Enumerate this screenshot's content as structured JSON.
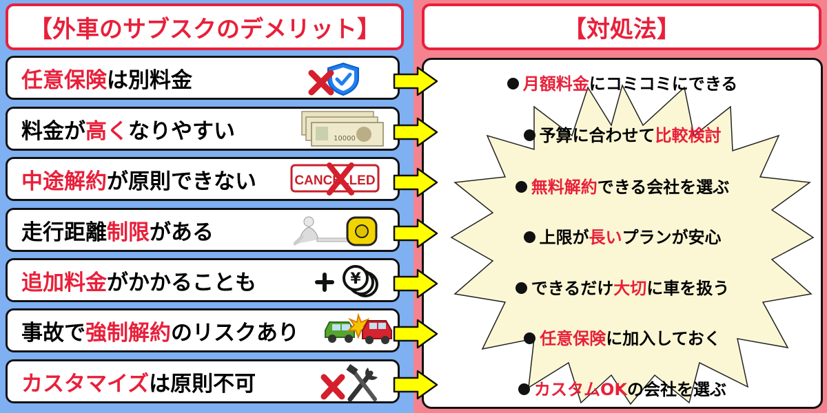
{
  "left_header": "【外車のサブスクのデメリット】",
  "right_header": "【対処法】",
  "demerits": [
    {
      "parts": [
        {
          "t": "任意保険",
          "hl": true
        },
        {
          "t": "は別料金",
          "hl": false
        }
      ]
    },
    {
      "parts": [
        {
          "t": "料金が",
          "hl": false
        },
        {
          "t": "高く",
          "hl": true
        },
        {
          "t": "なりやすい",
          "hl": false
        }
      ]
    },
    {
      "parts": [
        {
          "t": "中途解約",
          "hl": true
        },
        {
          "t": "が原則できない",
          "hl": false
        }
      ]
    },
    {
      "parts": [
        {
          "t": "走行距離",
          "hl": false
        },
        {
          "t": "制限",
          "hl": true
        },
        {
          "t": "がある",
          "hl": false
        }
      ]
    },
    {
      "parts": [
        {
          "t": "追加料金",
          "hl": true
        },
        {
          "t": "がかかることも",
          "hl": false
        }
      ]
    },
    {
      "parts": [
        {
          "t": "事故で",
          "hl": false
        },
        {
          "t": "強制解約",
          "hl": true
        },
        {
          "t": "のリスクあり",
          "hl": false
        }
      ]
    },
    {
      "parts": [
        {
          "t": "カスタマイズ",
          "hl": true
        },
        {
          "t": "は原則不可",
          "hl": false
        }
      ]
    }
  ],
  "solutions": [
    {
      "parts": [
        {
          "t": "月額料金",
          "hl": true
        },
        {
          "t": "にコミコミにできる",
          "hl": false
        }
      ]
    },
    {
      "parts": [
        {
          "t": "予算に合わせて",
          "hl": false
        },
        {
          "t": "比較検討",
          "hl": true
        }
      ]
    },
    {
      "parts": [
        {
          "t": "無料解約",
          "hl": true
        },
        {
          "t": "できる会社を選ぶ",
          "hl": false
        }
      ]
    },
    {
      "parts": [
        {
          "t": "上限が",
          "hl": false
        },
        {
          "t": "長い",
          "hl": true
        },
        {
          "t": "プランが安心",
          "hl": false
        }
      ]
    },
    {
      "parts": [
        {
          "t": "できるだけ",
          "hl": false
        },
        {
          "t": "大切",
          "hl": true
        },
        {
          "t": "に車を扱う",
          "hl": false
        }
      ]
    },
    {
      "parts": [
        {
          "t": "任意保険",
          "hl": true
        },
        {
          "t": "に加入しておく",
          "hl": false
        }
      ]
    },
    {
      "parts": [
        {
          "t": "カスタムOK",
          "hl": true
        },
        {
          "t": "の会社を選ぶ",
          "hl": false
        }
      ]
    }
  ],
  "icons": {
    "cancelled_stamp_text": "CANCELLED",
    "banknote_text": "10000",
    "yen_symbol": "¥"
  },
  "icon_names": [
    "no-insurance-icon",
    "banknotes-icon",
    "cancelled-stamp-icon",
    "tape-measure-icon",
    "add-coins-icon",
    "car-crash-icon",
    "no-tools-icon"
  ],
  "colors": {
    "left_bg": "#7eb0f2",
    "right_bg": "#f5838f",
    "highlight": "#e8203a",
    "arrow_fill": "#ffff00",
    "burst_fill": "#fbf7d5"
  }
}
